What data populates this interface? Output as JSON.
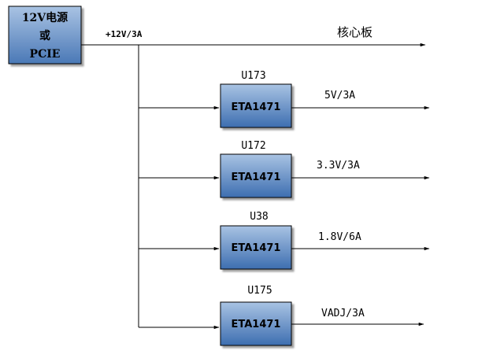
{
  "source": {
    "line1": "12V电源",
    "line2": "或",
    "line3": "PCIE"
  },
  "bus_label": "+12V/3A",
  "destination": "核心板",
  "regulators": [
    {
      "ref": "U173",
      "chip": "ETA1471",
      "output": "5V/3A"
    },
    {
      "ref": "U172",
      "chip": "ETA1471",
      "output": "3.3V/3A"
    },
    {
      "ref": "U38",
      "chip": "ETA1471",
      "output": "1.8V/6A"
    },
    {
      "ref": "U175",
      "chip": "ETA1471",
      "output": "VADJ/3A"
    }
  ],
  "colors": {
    "block_top": "#a9c3e3",
    "block_bottom": "#3d6eb0",
    "wire": "#000000"
  }
}
